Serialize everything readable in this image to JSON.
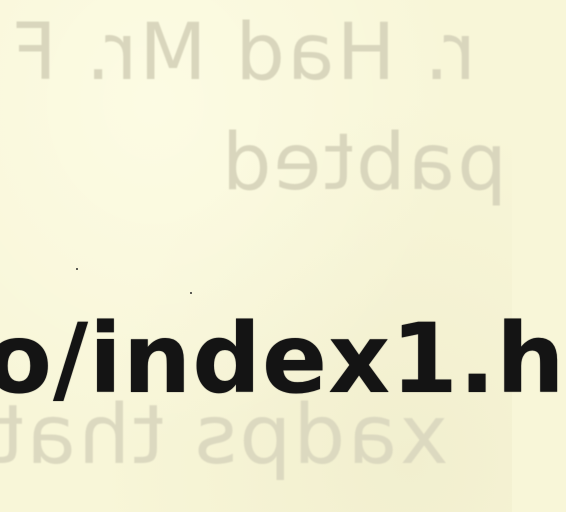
{
  "document": {
    "printed_text": "o/index1.h",
    "show_through": {
      "line_1": "r. Had Mr. F",
      "line_2": "pabted",
      "line_3": "xadps that"
    }
  },
  "colors": {
    "paper": "#f8f6d8",
    "ink": "#141414",
    "show_through": "#d9d6bd"
  }
}
